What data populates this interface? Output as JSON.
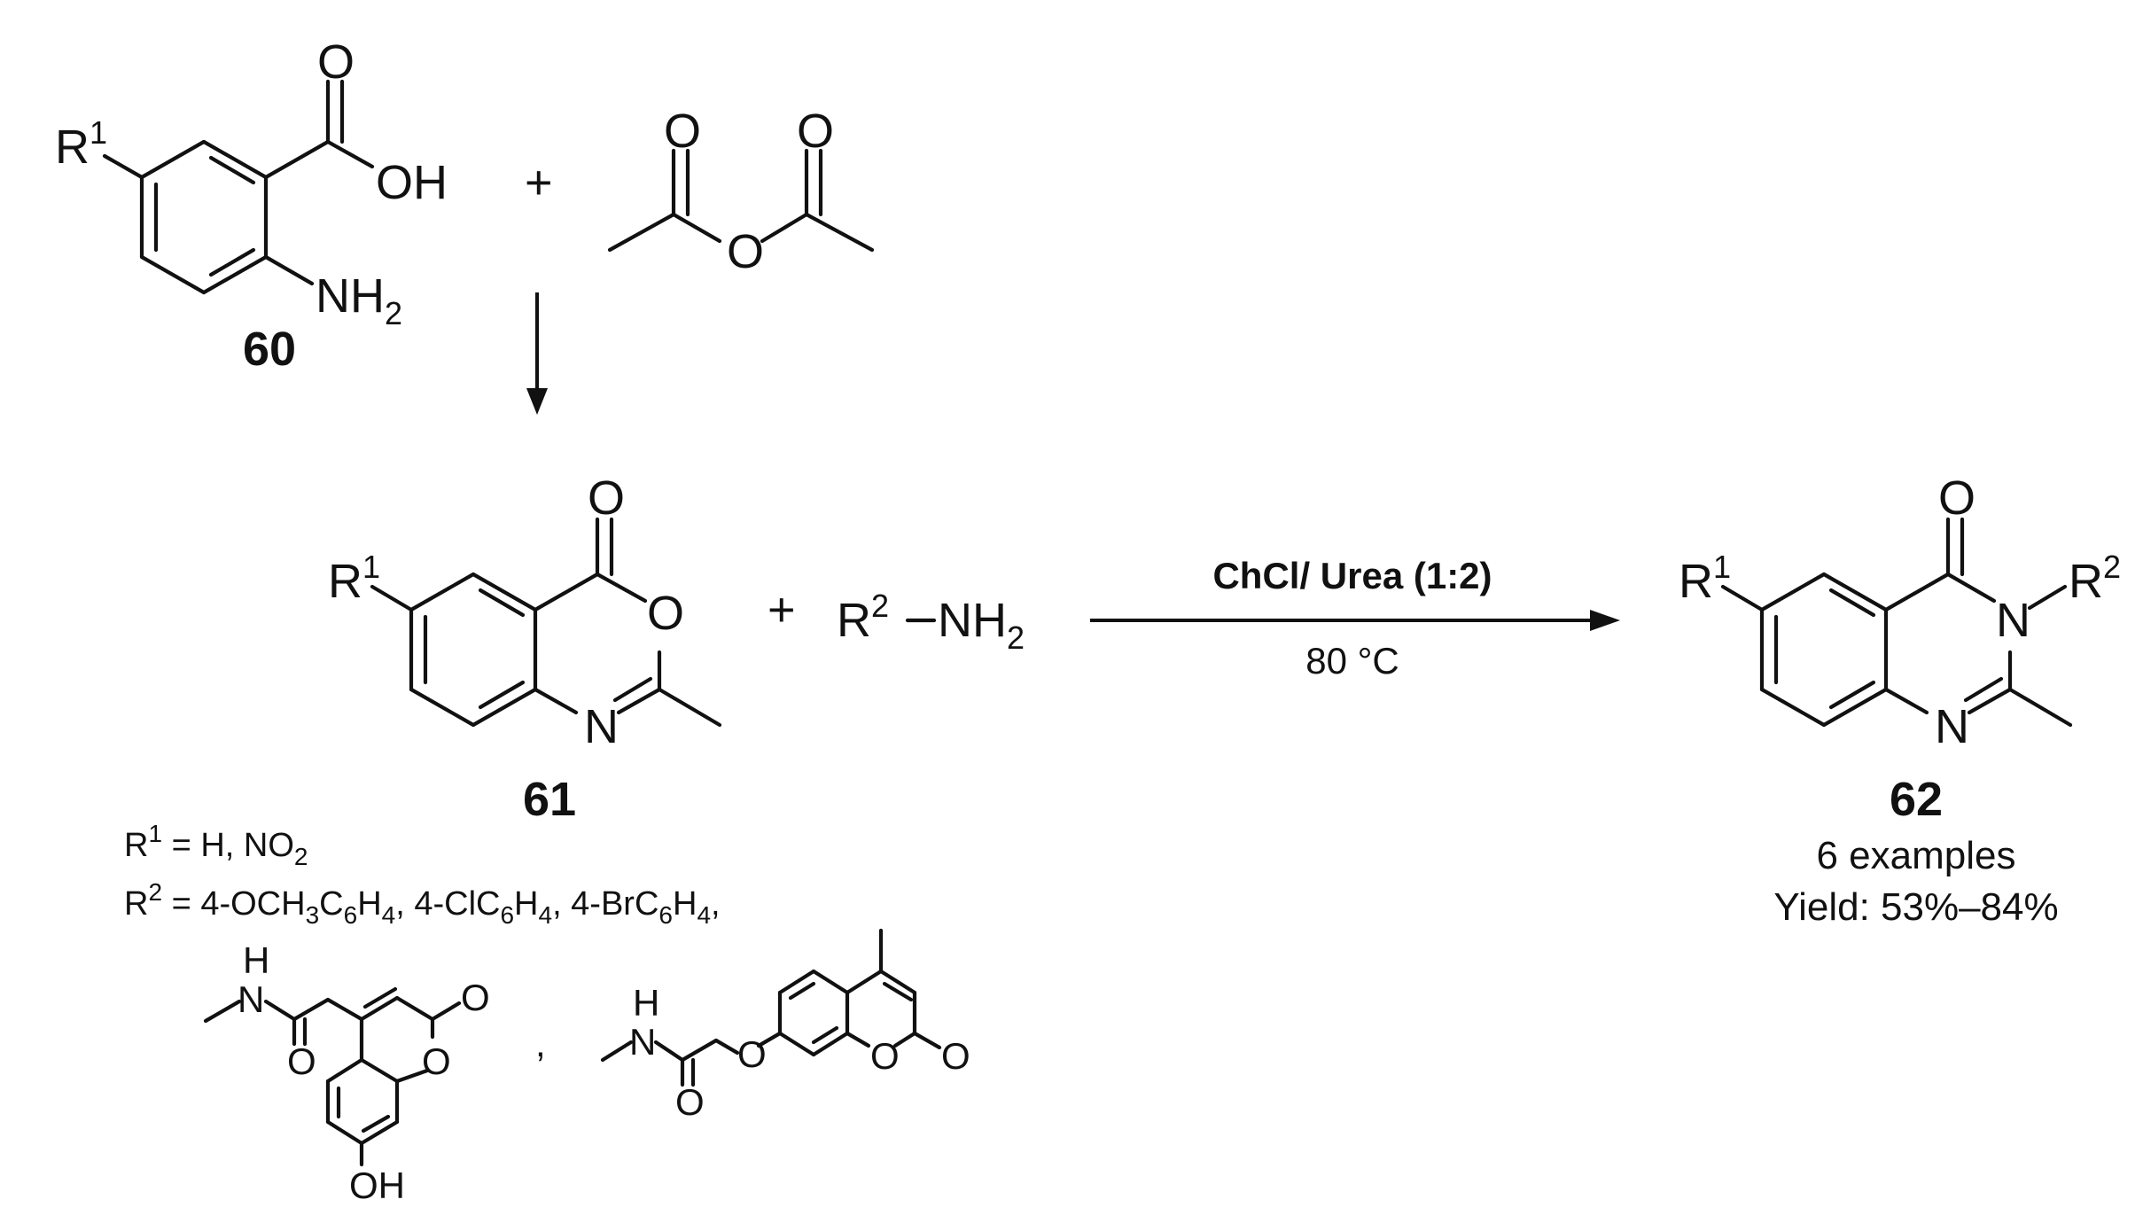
{
  "atoms": {
    "R": "R",
    "one": "1",
    "two": "2",
    "O": "O",
    "OH": "OH",
    "N": "N",
    "NH": "NH",
    "H": "H",
    "sub2": "2",
    "NH2_N": "NH",
    "plus": "+",
    "dash": "–",
    "comma": ","
  },
  "compounds": {
    "anthranilic_acid": "60",
    "benzoxazinone": "61",
    "quinazolinone": "62"
  },
  "conditions": {
    "solvent": "ChCl/ Urea (1:2)",
    "temperature": "80 °C"
  },
  "result": {
    "examples": "6 examples",
    "yield": "Yield: 53%–84%"
  },
  "substituents": {
    "r1_lead": "R",
    "r1_sup": "1",
    "r1_text": " = H, NO",
    "r1_sub": "2",
    "r2_lead": "R",
    "r2_sup": "2",
    "r2_p1": " = 4-OCH",
    "r2_s1": "3",
    "r2_p2": "C",
    "r2_s2": "6",
    "r2_p3": "H",
    "r2_s3": "4",
    "r2_p4": ", 4-ClC",
    "r2_s4": "6",
    "r2_p5": "H",
    "r2_s5": "4",
    "r2_p6": ", 4-BrC",
    "r2_s6": "6",
    "r2_p7": "H",
    "r2_s7": "4",
    "r2_p8": ","
  }
}
